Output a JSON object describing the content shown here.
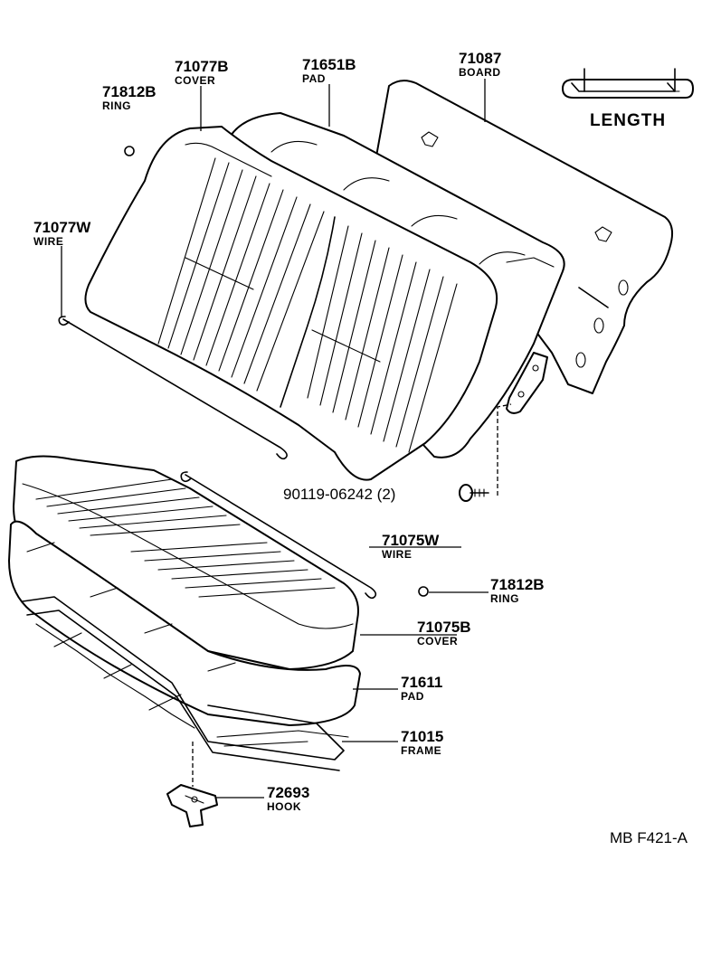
{
  "parts": [
    {
      "id": "ring_top",
      "number": "71812B",
      "name": "RING"
    },
    {
      "id": "cover_back",
      "number": "71077B",
      "name": "COVER"
    },
    {
      "id": "pad_back",
      "number": "71651B",
      "name": "PAD"
    },
    {
      "id": "board",
      "number": "71087",
      "name": "BOARD"
    },
    {
      "id": "wire_back",
      "number": "71077W",
      "name": "WIRE"
    },
    {
      "id": "bolt",
      "number": "90119-06242 (2)",
      "name": ""
    },
    {
      "id": "wire_cushion",
      "number": "71075W",
      "name": "WIRE"
    },
    {
      "id": "ring_cushion",
      "number": "71812B",
      "name": "RING"
    },
    {
      "id": "cover_cushion",
      "number": "71075B",
      "name": "COVER"
    },
    {
      "id": "pad_cushion",
      "number": "71611",
      "name": "PAD"
    },
    {
      "id": "frame",
      "number": "71015",
      "name": "FRAME"
    },
    {
      "id": "hook",
      "number": "72693",
      "name": "HOOK"
    }
  ],
  "length_legend": {
    "label": "LENGTH"
  },
  "drawing_code": "MB  F421-A"
}
